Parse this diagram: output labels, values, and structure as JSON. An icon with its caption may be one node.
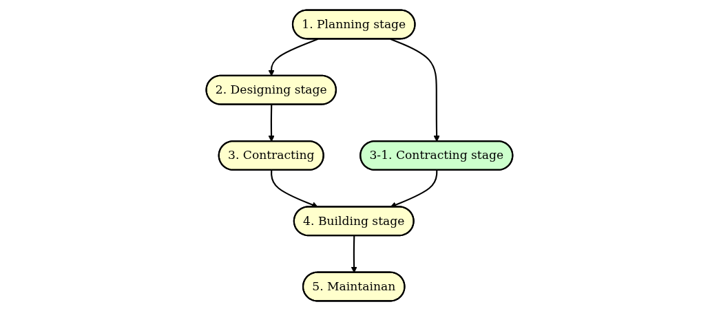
{
  "diagram": {
    "nodes": [
      {
        "text": [
          "1. Planning stage"
        ]
      },
      {
        "text": [
          "2. Designing stage"
        ]
      },
      {
        "text": [
          "3-1. Contracting stage"
        ]
      },
      {
        "text": [
          "3. Contracting"
        ]
      },
      {
        "text": [
          "4. Building stage"
        ]
      },
      {
        "text": [
          "5. Maintainan"
        ]
      }
    ],
    "edges": [
      {
        "from": 0,
        "to": 1,
        "arrow": "to"
      },
      {
        "from": 0,
        "to": 2,
        "arrow": "to"
      },
      {
        "from": 1,
        "to": 3,
        "arrow": "to"
      },
      {
        "from": 3,
        "to": 4,
        "arrow": "to"
      },
      {
        "from": 2,
        "to": 4,
        "arrow": "to"
      },
      {
        "from": 4,
        "to": 5,
        "arrow": "to"
      }
    ]
  }
}
